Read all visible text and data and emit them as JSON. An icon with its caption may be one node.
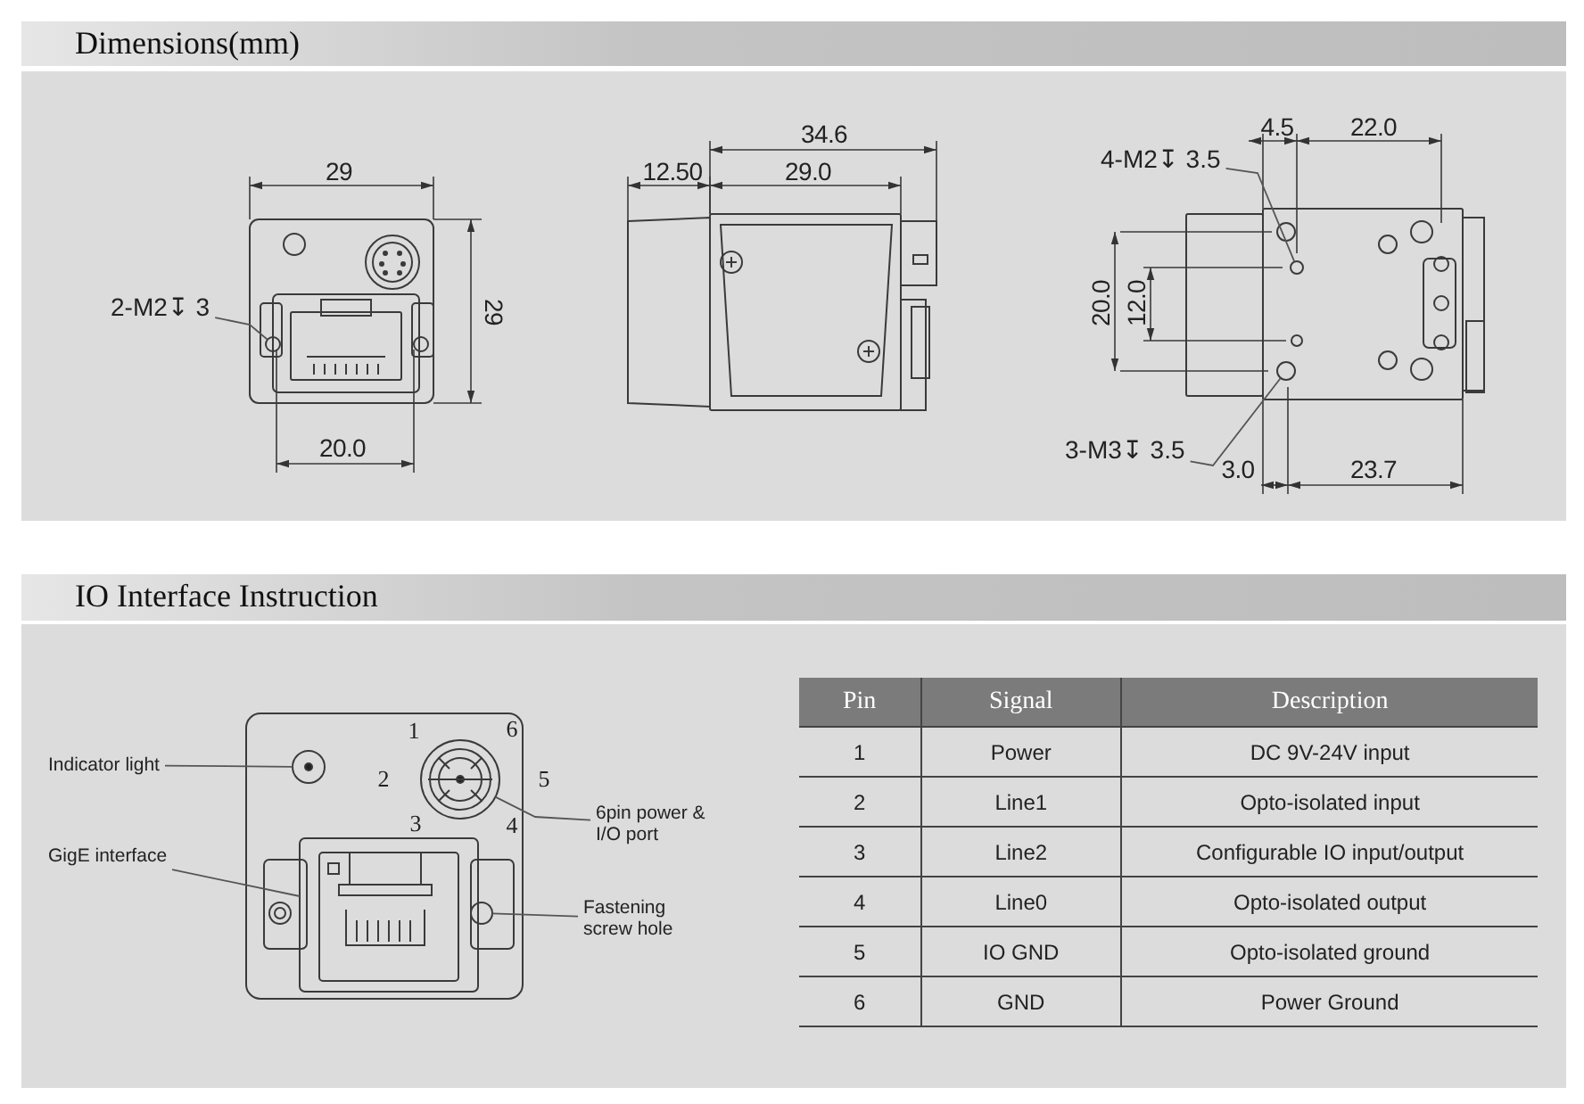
{
  "diagram": {
    "nodes": [
      {
        "text": [
          "2-M2↧ 3"
        ]
      },
      {
        "text": [],
        "shape": "circle"
      },
      {
        "text": [
          "4-M2↧ 3.5"
        ]
      },
      {
        "text": [],
        "shape": "circle"
      },
      {
        "text": [
          "3-M3↧ 3.5"
        ]
      },
      {
        "text": [],
        "shape": "circle"
      },
      {
        "text": [
          "Indicator light"
        ]
      },
      {
        "text": [],
        "shape": "circle"
      },
      {
        "text": [
          "6pin power & I/O port"
        ]
      },
      {
        "text": [],
        "shape": "circle"
      },
      {
        "text": [
          "GigE interface"
        ]
      },
      {
        "text": [],
        "shape": "box"
      },
      {
        "text": [
          "Fastening screw hole"
        ]
      },
      {
        "text": [],
        "shape": "circle"
      }
    ],
    "edges": [
      {
        "from": 0,
        "to": 1,
        "arrow": "none"
      },
      {
        "from": 2,
        "to": 3,
        "arrow": "none"
      },
      {
        "from": 4,
        "to": 5,
        "arrow": "none"
      },
      {
        "from": 6,
        "to": 7,
        "arrow": "none"
      },
      {
        "from": 8,
        "to": 9,
        "arrow": "none"
      },
      {
        "from": 10,
        "to": 11,
        "arrow": "none"
      },
      {
        "from": 12,
        "to": 13,
        "arrow": "none"
      }
    ],
    "labels": [
      "Dimensions(mm)",
      "29",
      "29",
      "20.0",
      "34.6",
      "12.50",
      "29.0",
      "4.5",
      "22.0",
      "20.0",
      "12.0",
      "3.0",
      "23.7",
      "IO Interface Instruction",
      "1",
      "6",
      "2",
      "5",
      "3",
      "4",
      "Pin",
      "Signal",
      "Description",
      "1",
      "Power",
      "DC 9V-24V input",
      "2",
      "Line1",
      "Opto-isolated input",
      "3",
      "Line2",
      "Configurable IO input/output",
      "4",
      "Line0",
      "Opto-isolated output",
      "5",
      "IO GND",
      "Opto-isolated ground",
      "6",
      "GND",
      "Power Ground"
    ]
  }
}
